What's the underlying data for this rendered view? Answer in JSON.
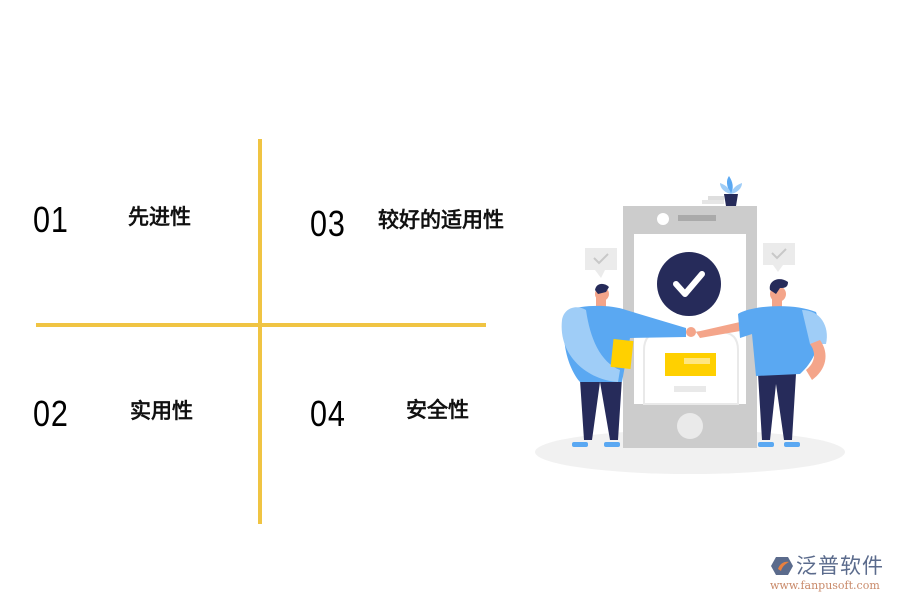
{
  "quadrants": [
    {
      "number": "01",
      "label": "先进性"
    },
    {
      "number": "02",
      "label": "实用性"
    },
    {
      "number": "03",
      "label": "较好的适用性"
    },
    {
      "number": "04",
      "label": "安全性"
    }
  ],
  "colors": {
    "divider": "#f0c443",
    "phone_frame": "#cccccc",
    "check_circle": "#262b5a",
    "shirt_blue": "#5aa8f2",
    "shirt_light": "#9fcdf7",
    "pants_navy": "#262b5a",
    "card_yellow": "#ffd000",
    "skin": "#f4a58a"
  },
  "logo": {
    "name": "泛普软件",
    "url": "www.fanpusoft.com"
  }
}
